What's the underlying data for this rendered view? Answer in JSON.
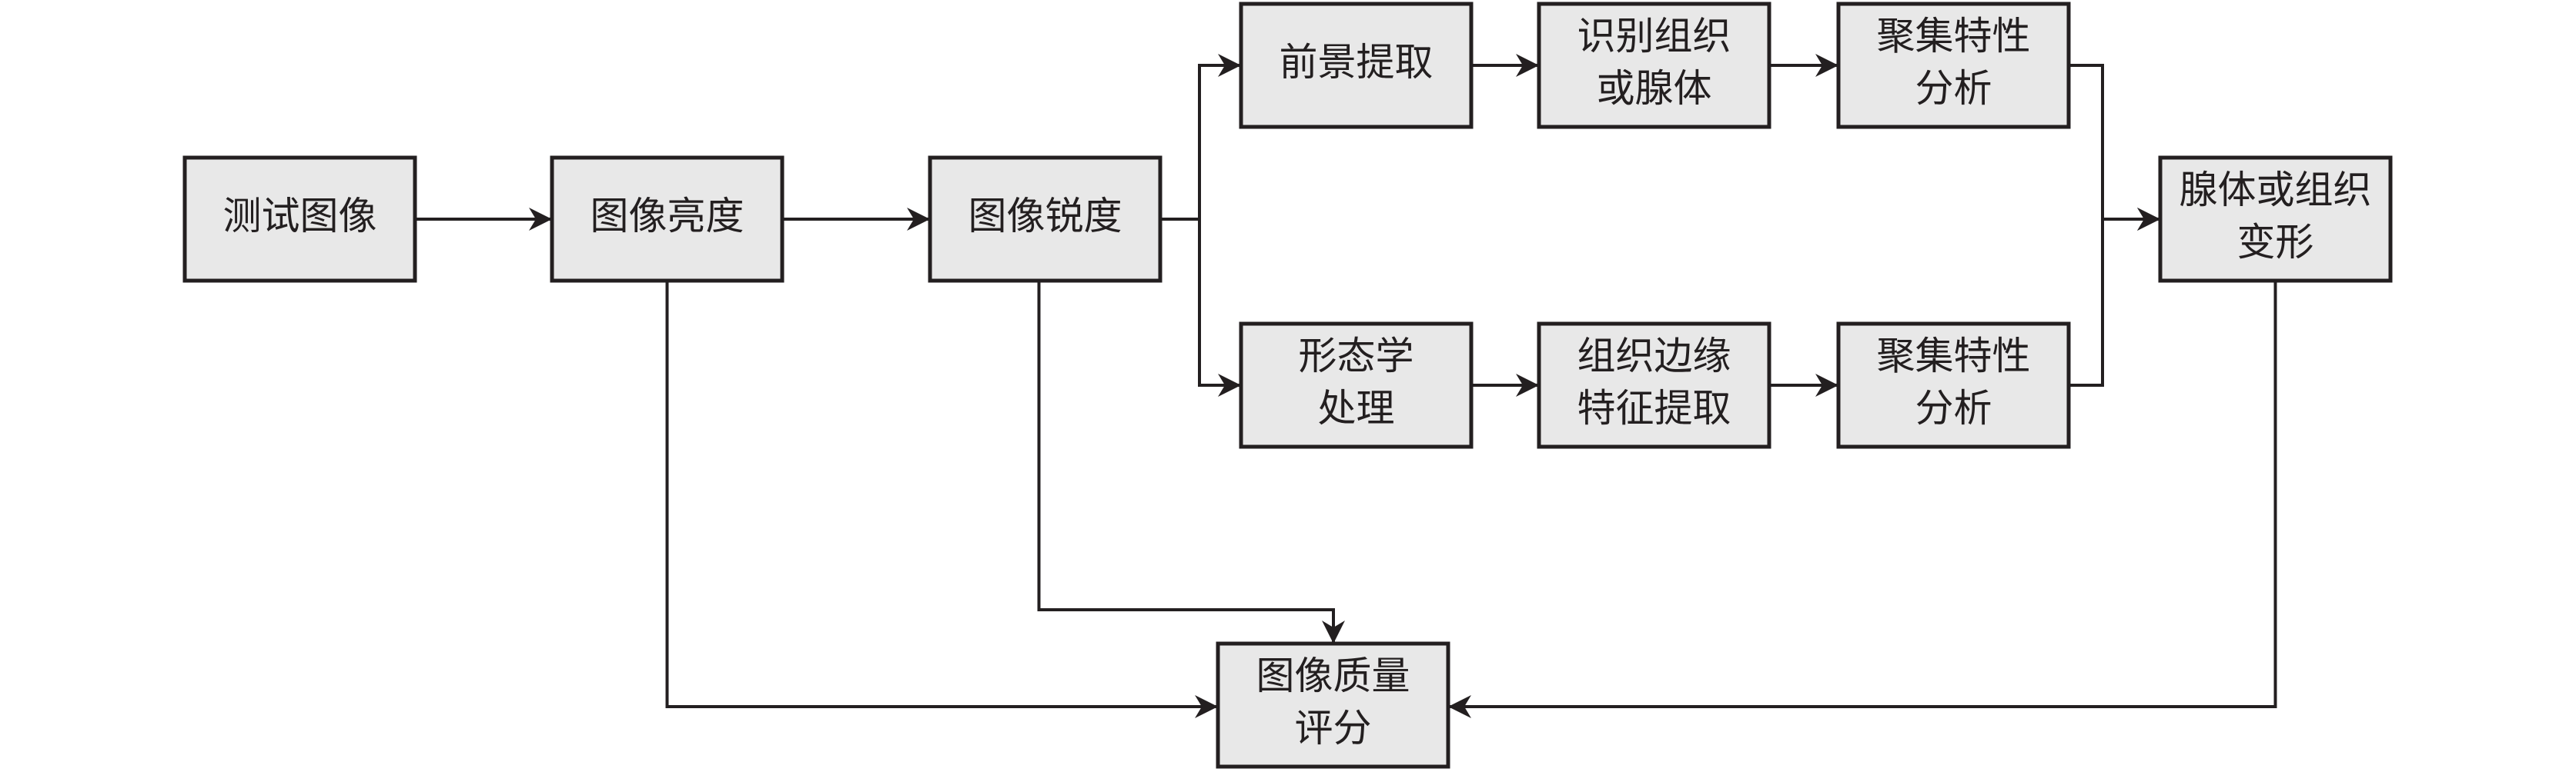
{
  "diagram": {
    "type": "flowchart",
    "colors": {
      "box_fill": "#e8e8e8",
      "stroke": "#231f20",
      "background": "#ffffff"
    },
    "nodes": [
      {
        "id": "test-image",
        "lines": [
          "测试图像"
        ]
      },
      {
        "id": "image-brightness",
        "lines": [
          "图像亮度"
        ]
      },
      {
        "id": "image-sharpness",
        "lines": [
          "图像锐度"
        ]
      },
      {
        "id": "foreground-extraction",
        "lines": [
          "前景提取"
        ]
      },
      {
        "id": "identify-tissue",
        "lines": [
          "识别组织",
          "或腺体"
        ]
      },
      {
        "id": "cluster-analysis-top",
        "lines": [
          "聚集特性",
          "分析"
        ]
      },
      {
        "id": "morphology-processing",
        "lines": [
          "形态学",
          "处理"
        ]
      },
      {
        "id": "edge-feature-extraction",
        "lines": [
          "组织边缘",
          "特征提取"
        ]
      },
      {
        "id": "cluster-analysis-bottom",
        "lines": [
          "聚集特性",
          "分析"
        ]
      },
      {
        "id": "gland-deformation",
        "lines": [
          "腺体或组织",
          "变形"
        ]
      },
      {
        "id": "quality-score",
        "lines": [
          "图像质量",
          "评分"
        ]
      }
    ],
    "edges": [
      {
        "from": "test-image",
        "to": "image-brightness"
      },
      {
        "from": "image-brightness",
        "to": "image-sharpness"
      },
      {
        "from": "image-sharpness",
        "to": "foreground-extraction"
      },
      {
        "from": "image-sharpness",
        "to": "morphology-processing"
      },
      {
        "from": "foreground-extraction",
        "to": "identify-tissue"
      },
      {
        "from": "identify-tissue",
        "to": "cluster-analysis-top"
      },
      {
        "from": "morphology-processing",
        "to": "edge-feature-extraction"
      },
      {
        "from": "edge-feature-extraction",
        "to": "cluster-analysis-bottom"
      },
      {
        "from": "cluster-analysis-top",
        "to": "gland-deformation"
      },
      {
        "from": "cluster-analysis-bottom",
        "to": "gland-deformation"
      },
      {
        "from": "image-brightness",
        "to": "quality-score"
      },
      {
        "from": "image-sharpness",
        "to": "quality-score"
      },
      {
        "from": "gland-deformation",
        "to": "quality-score"
      }
    ]
  }
}
